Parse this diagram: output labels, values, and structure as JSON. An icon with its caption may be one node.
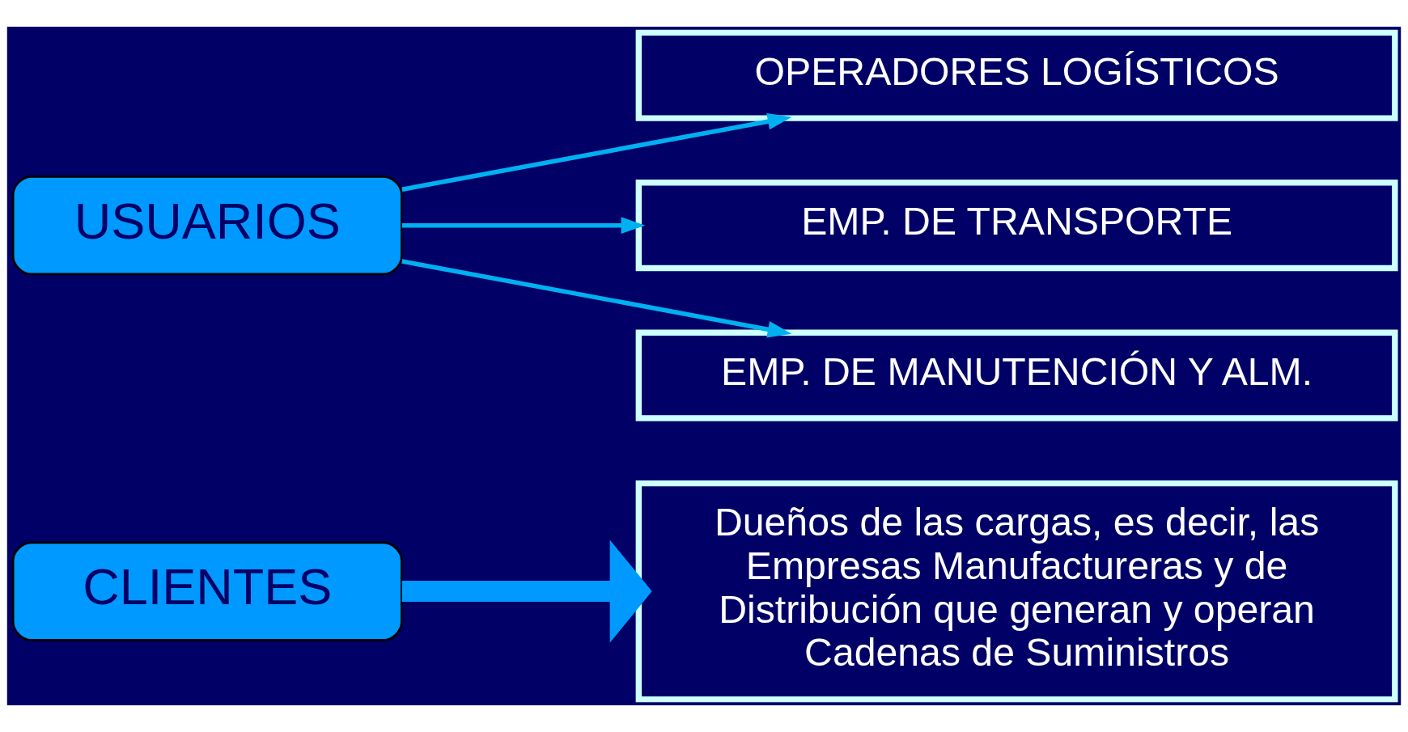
{
  "diagram": {
    "nodes": [
      {
        "text": [
          "CLIENTES"
        ]
      },
      {
        "text": [
          "Dueños de las cargas, es decir, las Empresas Manufactureras y de Distribución que generan y operan Cadenas de Suministros"
        ]
      },
      {
        "text": [
          "USUARIOS"
        ]
      },
      {
        "text": [
          "OPERADORES LOGÍSTICOS"
        ]
      },
      {
        "text": [
          "EMP. DE TRANSPORTE"
        ]
      },
      {
        "text": [
          "EMP. DE MANUTENCIÓN Y ALM."
        ]
      }
    ],
    "edges": [
      {
        "from": 0,
        "to": 1,
        "arrow": "to",
        "style": "thick",
        "color": "#0099ff"
      },
      {
        "from": 2,
        "to": 3,
        "arrow": "to"
      },
      {
        "from": 2,
        "to": 4,
        "arrow": "to"
      },
      {
        "from": 2,
        "to": 5,
        "arrow": "to"
      }
    ]
  }
}
